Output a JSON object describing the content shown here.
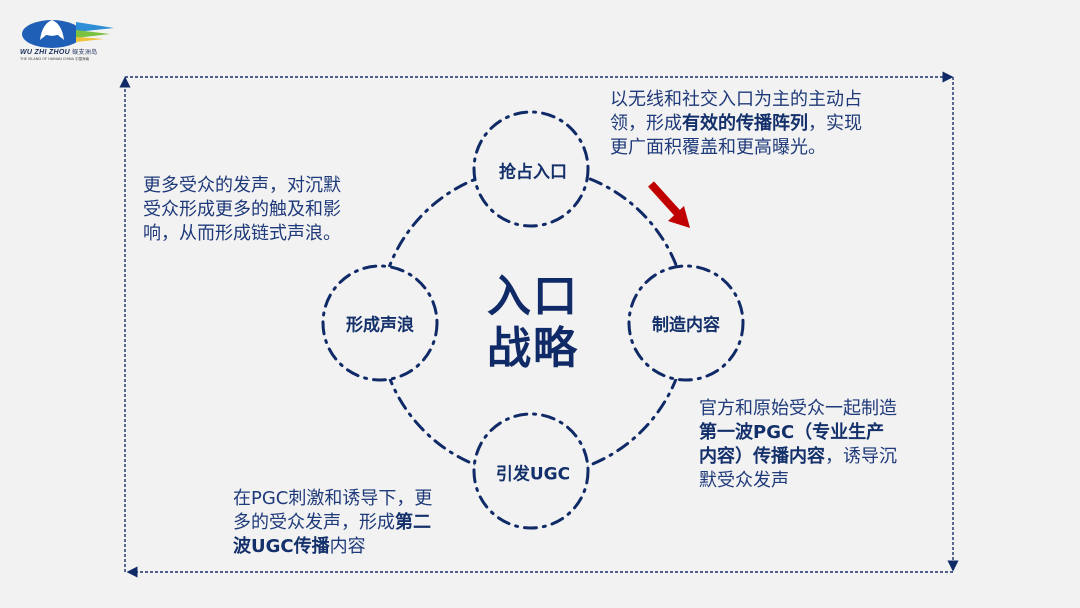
{
  "logo": {
    "name": "WU ZHI ZHOU",
    "name_cn": "蜈支洲岛",
    "tagline": "THE ISLAND OF HAINAN CHINA",
    "tagline_cn": "中国海南"
  },
  "diagram": {
    "center_title_line1": "入口",
    "center_title_line2": "战略",
    "nodes": [
      {
        "id": "top",
        "label": "抢占入口"
      },
      {
        "id": "right",
        "label": "制造内容"
      },
      {
        "id": "bottom",
        "label": "引发UGC"
      },
      {
        "id": "left",
        "label": "形成声浪"
      }
    ],
    "colors": {
      "background": "#f2f2f2",
      "navy": "#0f2a66",
      "text": "#1f3a7a",
      "arrow": "#c00000"
    }
  },
  "notes": {
    "top_right": {
      "line1": "以无线和社交入口为主的主动占",
      "line2_pre": "领，形成",
      "line2_bold": "有效的传播阵列",
      "line2_post": "，实现",
      "line3": "更广面积覆盖和更高曝光。"
    },
    "top_left": {
      "line1": "更多受众的发声，对沉默",
      "line2": "受众形成更多的触及和影",
      "line3": "响，从而形成链式声浪。"
    },
    "bottom_right": {
      "line1": "官方和原始受众一起制造",
      "line2_bold": "第一波PGC（专业生产",
      "line3_bold": "内容）传播内容",
      "line3_post": "，诱导沉",
      "line4": "默受众发声"
    },
    "bottom_left": {
      "line1": "在PGC刺激和诱导下，更",
      "line2_pre": "多的受众发声，形成",
      "line2_bold": "第二",
      "line3_bold": "波UGC传播",
      "line3_post": "内容"
    }
  }
}
